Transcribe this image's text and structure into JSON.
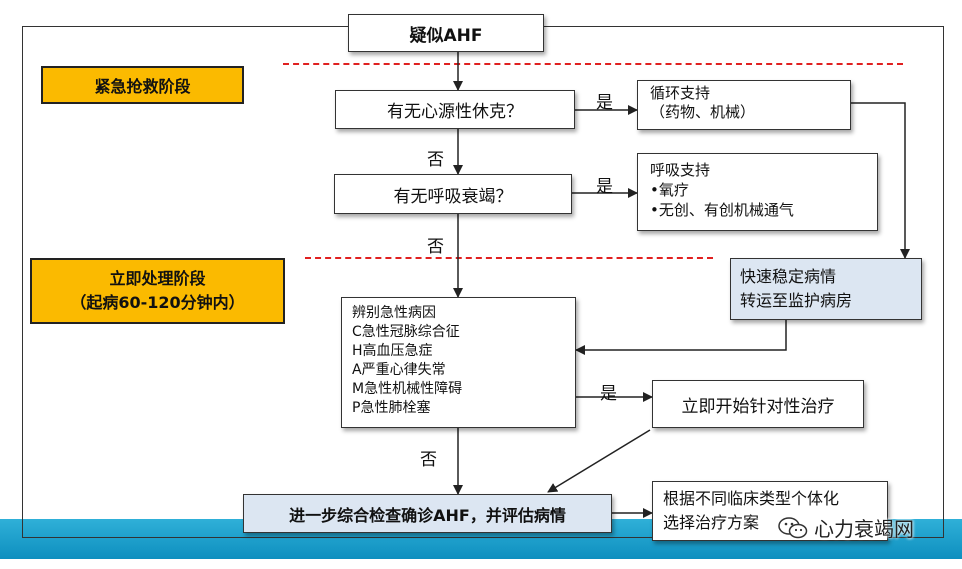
{
  "nodes": {
    "suspect_ahf": "疑似AHF",
    "cardiogenic_shock_q": "有无心源性休克？",
    "circulatory_support": "循环支持\n（药物、机械）",
    "respiratory_failure_q": "有无呼吸衰竭？",
    "respiratory_support": "呼吸支持\n•氧疗\n•无创、有创机械通气",
    "stabilize_transfer": "快速稳定病情\n转运至监护病房",
    "identify_causes": "辨别急性病因\nC急性冠脉综合征\nH高血压急症\nA严重心律失常\nM急性机械性障碍\nP急性肺栓塞",
    "immediate_treatment": "立即开始针对性治疗",
    "further_exam": "进一步综合检查确诊AHF，并评估病情",
    "individualized_plan": "根据不同临床类型个体化\n选择治疗方案"
  },
  "stages": {
    "emergency": "紧急抢救阶段",
    "immediate": "立即处理阶段\n（起病60-120分钟内）"
  },
  "edge_labels": {
    "shock_yes": "是",
    "shock_no": "否",
    "resp_yes": "是",
    "resp_no": "否",
    "cause_yes": "是",
    "cause_no": "否"
  },
  "watermark": "心力衰竭网",
  "colors": {
    "stage_fill": "#fbba00",
    "dash_line": "#e02020",
    "stabilize_fill": "#dce6f2",
    "band": "#1aa0d0"
  }
}
